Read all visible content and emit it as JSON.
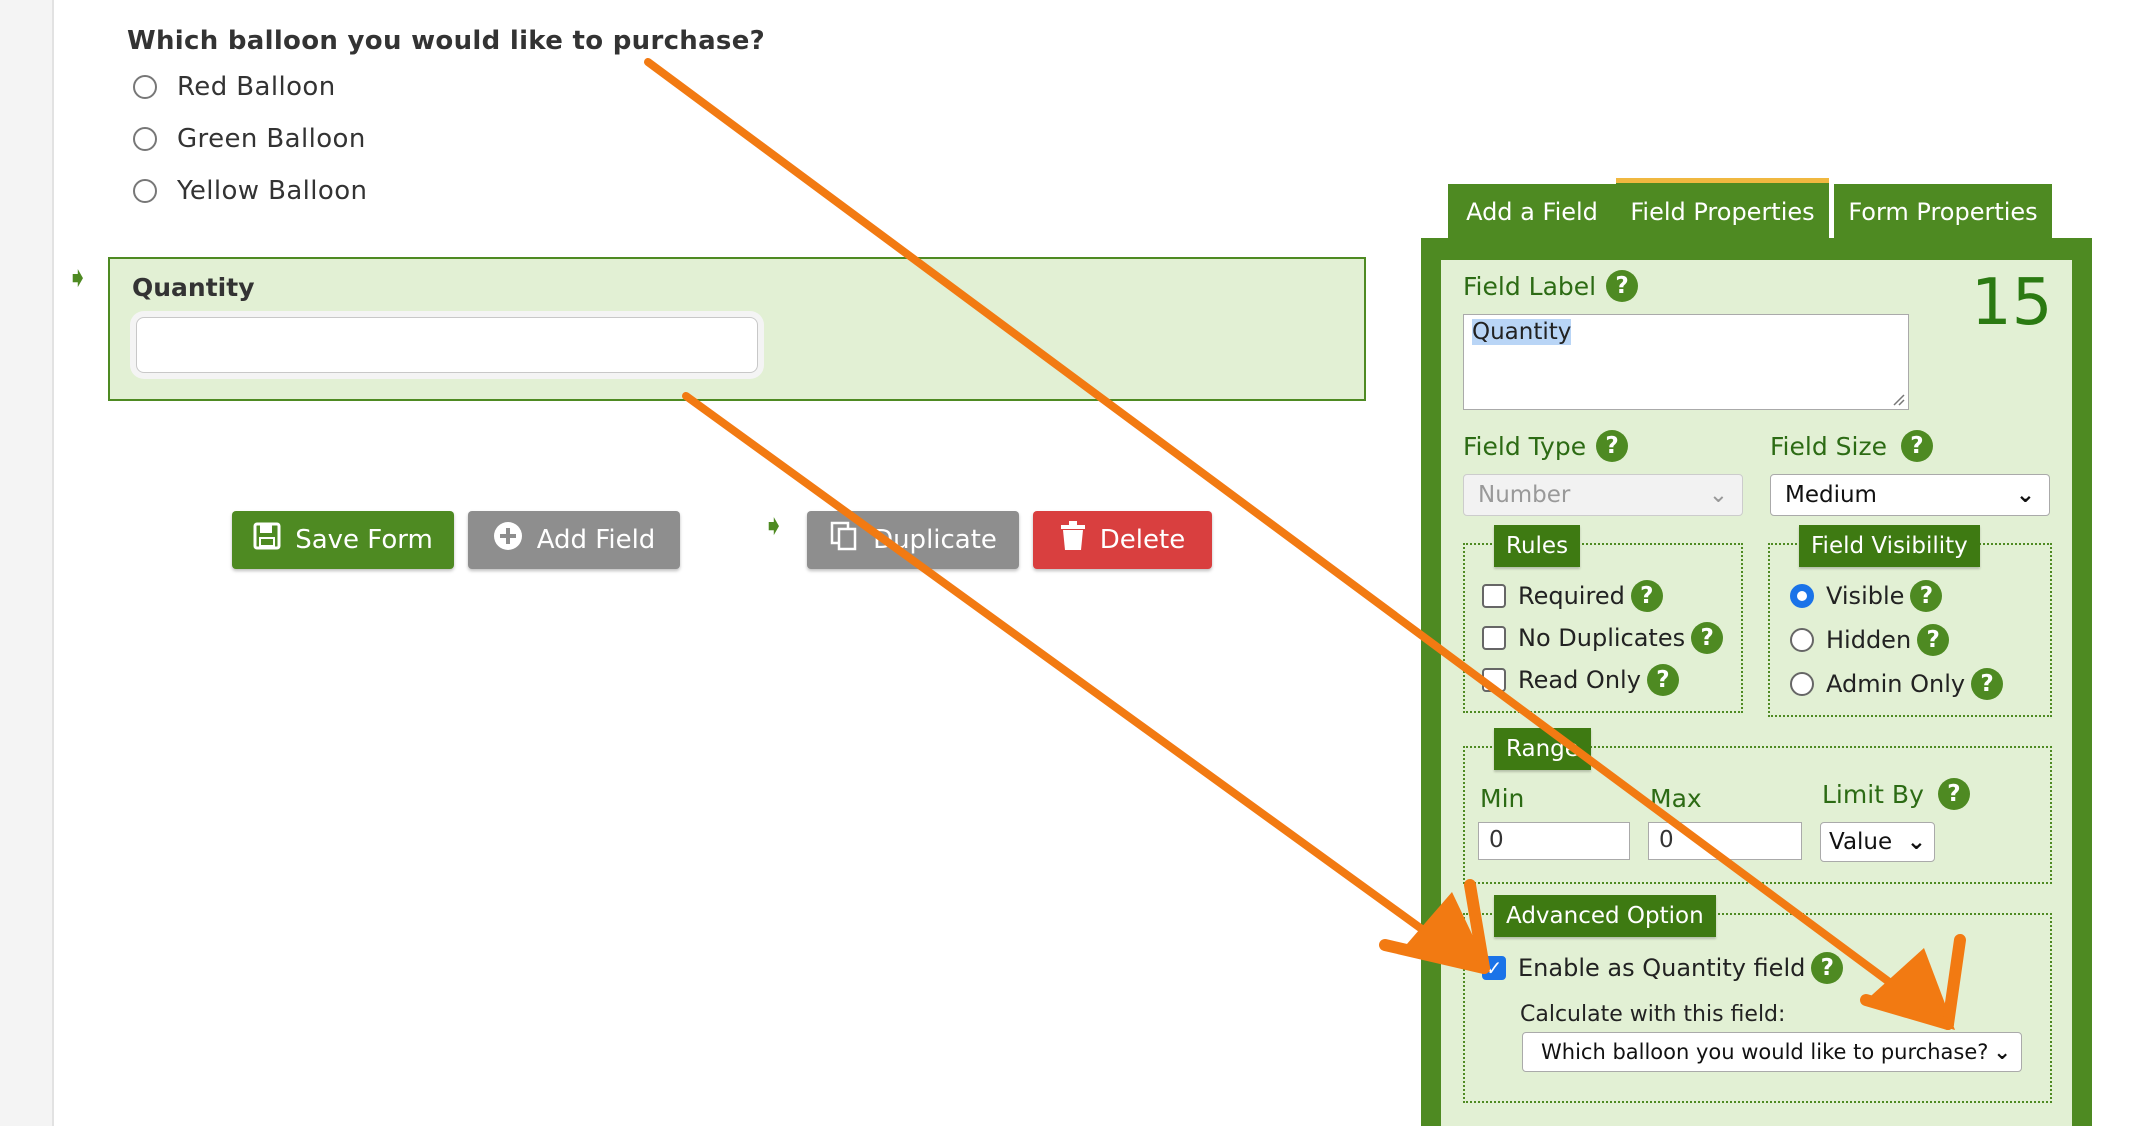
{
  "form": {
    "question": "Which balloon you would like to purchase?",
    "options": [
      "Red Balloon",
      "Green Balloon",
      "Yellow Balloon"
    ],
    "quantity_label": "Quantity",
    "quantity_value": ""
  },
  "actions": {
    "save": "Save Form",
    "add": "Add Field",
    "duplicate": "Duplicate",
    "delete": "Delete"
  },
  "tabs": [
    "Add a Field",
    "Field Properties",
    "Form Properties"
  ],
  "properties": {
    "field_number": "15",
    "field_label_title": "Field Label",
    "field_label_value": "Quantity",
    "field_type_title": "Field Type",
    "field_type_value": "Number",
    "field_size_title": "Field Size",
    "field_size_value": "Medium",
    "rules_title": "Rules",
    "rules": [
      "Required",
      "No Duplicates",
      "Read Only"
    ],
    "visibility_title": "Field Visibility",
    "visibility": [
      "Visible",
      "Hidden",
      "Admin Only"
    ],
    "visibility_selected": "Visible",
    "range_title": "Range",
    "min_label": "Min",
    "max_label": "Max",
    "min_value": "0",
    "max_value": "0",
    "limit_by_label": "Limit By",
    "limit_by_value": "Value",
    "advanced_title": "Advanced Option",
    "enable_quantity_label": "Enable as Quantity field",
    "enable_quantity_checked": true,
    "calculate_label": "Calculate with this field:",
    "calculate_value": "Which balloon you would like to purchase?"
  },
  "icons": {
    "help": "?",
    "save": "floppy-disk-icon",
    "add": "plus-circle-icon",
    "duplicate": "copy-icon",
    "delete": "trash-icon",
    "pointer": "arrow-pointer-icon"
  },
  "colors": {
    "brand_green": "#4e8a22",
    "panel_bg": "#e2f0d4",
    "delete_red": "#d93f3f",
    "annotation_orange": "#f27a12",
    "tab_highlight": "#f0b840"
  }
}
